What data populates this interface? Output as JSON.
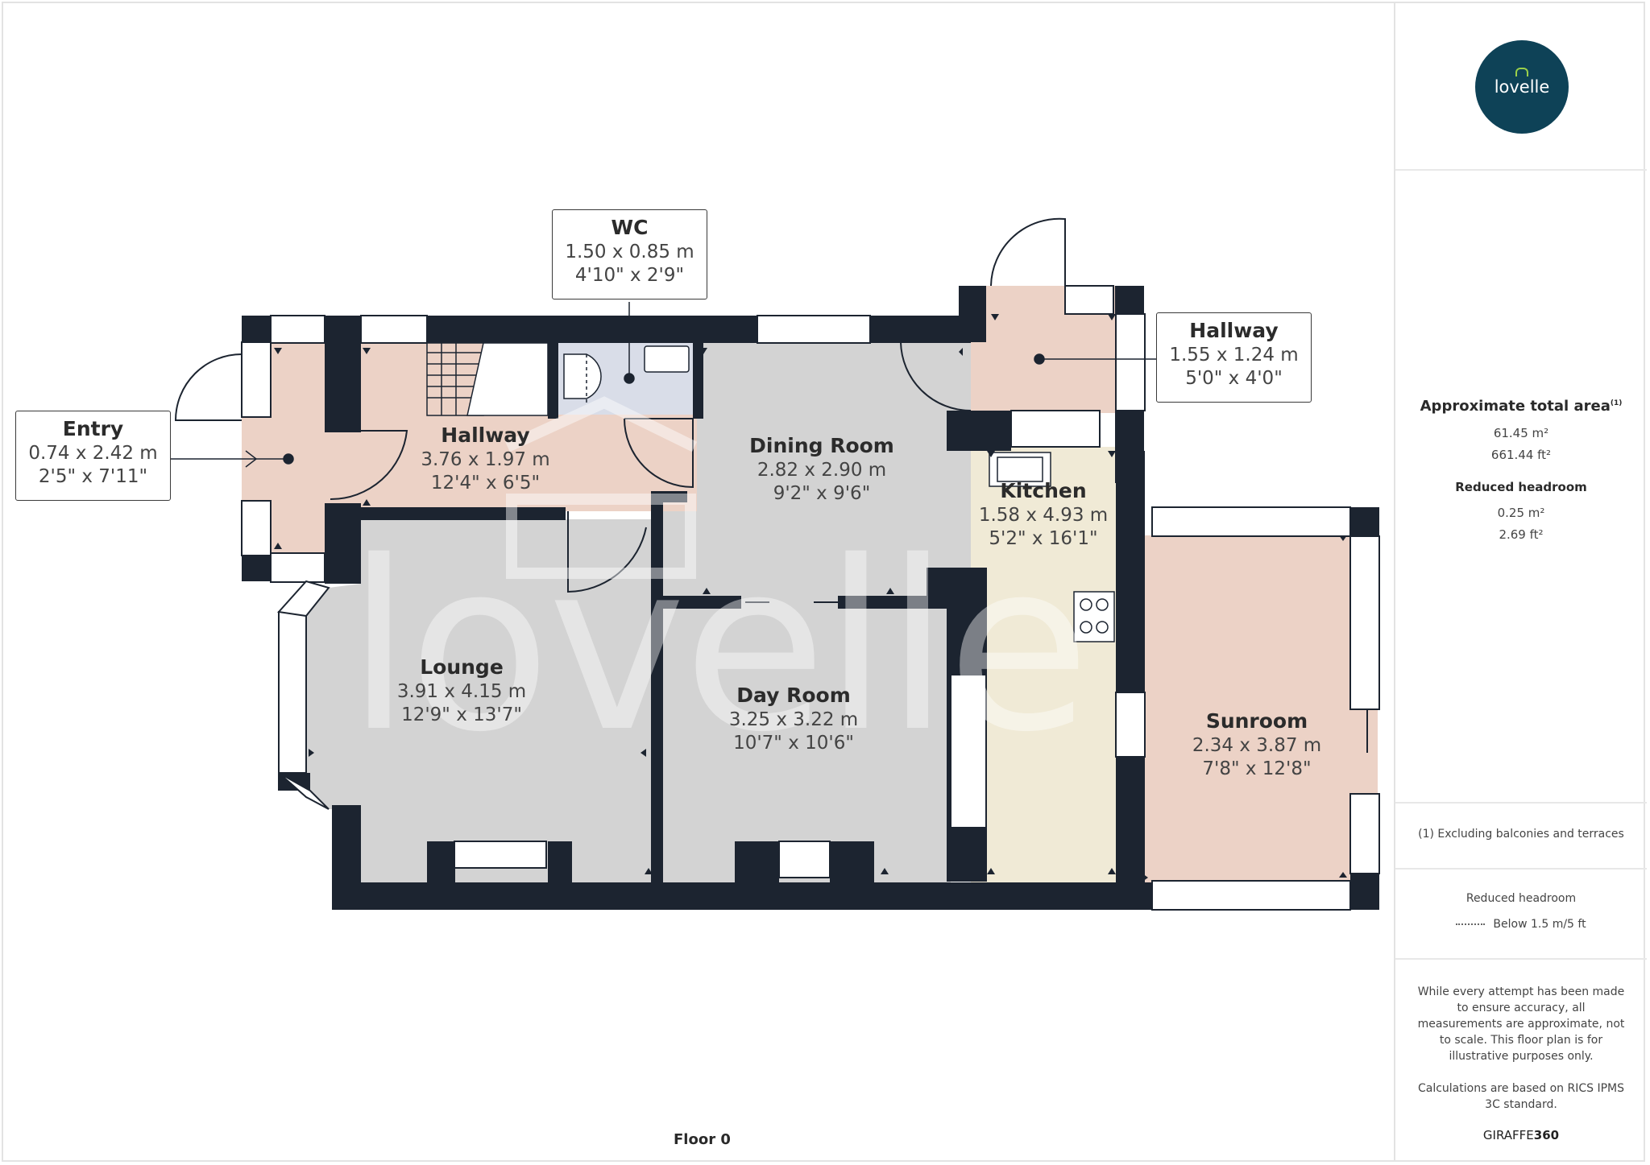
{
  "brand": {
    "name": "lovelle",
    "watermark": "lovelle"
  },
  "rooms": [
    {
      "id": "entry",
      "name": "Entry",
      "metric": "0.74 x 2.42 m",
      "imperial": "2'5\" x 7'11\""
    },
    {
      "id": "hallway",
      "name": "Hallway",
      "metric": "3.76 x 1.97 m",
      "imperial": "12'4\" x 6'5\""
    },
    {
      "id": "wc",
      "name": "WC",
      "metric": "1.50 x 0.85 m",
      "imperial": "4'10\" x 2'9\""
    },
    {
      "id": "dining",
      "name": "Dining Room",
      "metric": "2.82 x 2.90 m",
      "imperial": "9'2\" x 9'6\""
    },
    {
      "id": "hallway2",
      "name": "Hallway",
      "metric": "1.55 x 1.24 m",
      "imperial": "5'0\" x 4'0\""
    },
    {
      "id": "kitchen",
      "name": "Kitchen",
      "metric": "1.58 x 4.93 m",
      "imperial": "5'2\" x 16'1\""
    },
    {
      "id": "lounge",
      "name": "Lounge",
      "metric": "3.91 x 4.15 m",
      "imperial": "12'9\" x 13'7\""
    },
    {
      "id": "day",
      "name": "Day Room",
      "metric": "3.25 x 3.22 m",
      "imperial": "10'7\" x 10'6\""
    },
    {
      "id": "sunroom",
      "name": "Sunroom",
      "metric": "2.34 x 3.87 m",
      "imperial": "7'8\" x 12'8\""
    }
  ],
  "floor_label": "Floor 0",
  "sidebar": {
    "area_title": "Approximate total area",
    "area_note_mark": "(1)",
    "area_m2": "61.45 m²",
    "area_ft2": "661.44 ft²",
    "reduced_title": "Reduced headroom",
    "reduced_m2": "0.25 m²",
    "reduced_ft2": "2.69 ft²",
    "footnote": "(1) Excluding balconies and terraces",
    "legend_title": "Reduced headroom",
    "legend_text": "Below 1.5 m/5 ft",
    "disclaimer": "While every attempt has been made to ensure accuracy, all measurements are approximate, not to scale. This floor plan is for illustrative purposes only.",
    "calc_note": "Calculations are based on RICS IPMS 3C standard.",
    "credit_a": "GIRAFFE",
    "credit_b": "360"
  },
  "colors": {
    "wall": "#1c2430",
    "hall_floor": "#ecd2c6",
    "room_floor": "#d3d3d3",
    "kitchen_floor": "#f0ead6",
    "wc_floor": "#d9dde8",
    "brand": "#0e4257",
    "brand_accent": "#9bd04a"
  }
}
